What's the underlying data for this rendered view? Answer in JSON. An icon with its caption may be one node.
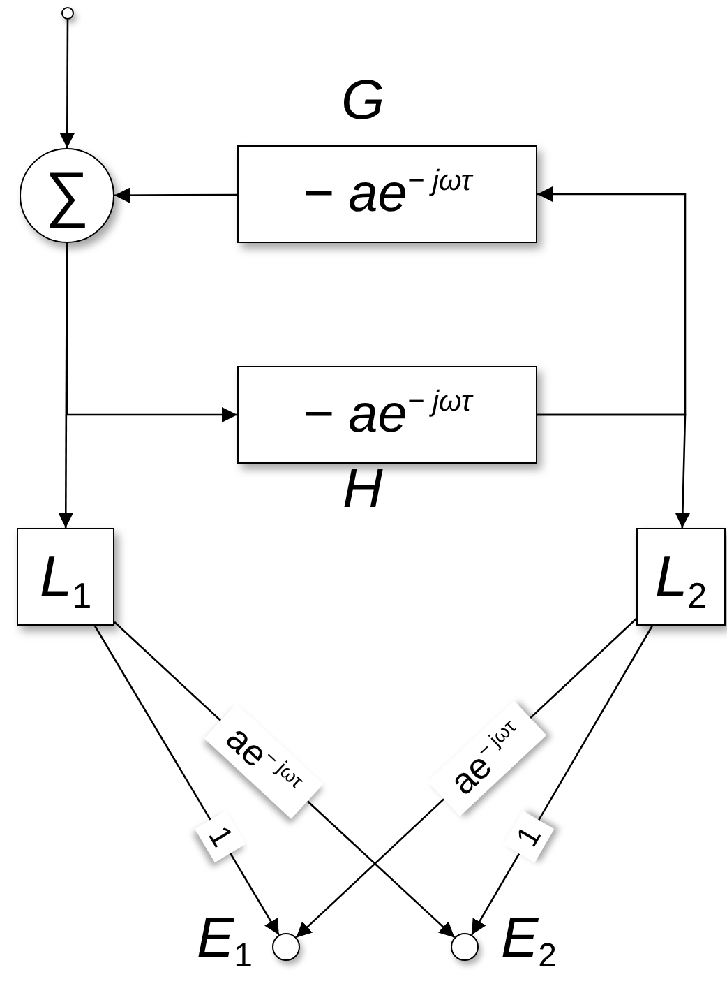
{
  "diagram": {
    "nodes": [
      {
        "text": [],
        "shape": "circle"
      },
      {
        "text": [
          "∑"
        ]
      },
      {
        "text": [
          "− ae$^{− jωτ}$"
        ],
        "beside": [
          "G"
        ]
      },
      {
        "text": [
          "− ae$^{− jωτ}$"
        ],
        "beside": [
          "H"
        ]
      },
      {
        "text": [
          "L$_{1}$"
        ]
      },
      {
        "text": [
          "L$_{2}$"
        ]
      },
      {
        "text": [],
        "shape": "circle",
        "beside": [
          "E$_{1}$"
        ]
      },
      {
        "text": [],
        "shape": "circle",
        "beside": [
          "E$_{2}$"
        ]
      }
    ],
    "edges": [
      {
        "from": 0,
        "to": 1,
        "arrow": "to"
      },
      {
        "from": 2,
        "to": 1,
        "arrow": "to"
      },
      {
        "from": 1,
        "to": 4,
        "arrow": "to"
      },
      {
        "from": 1,
        "to": 3,
        "arrow": "to"
      },
      {
        "from": 3,
        "to": 2,
        "arrow": "to"
      },
      {
        "from": 3,
        "to": 5,
        "arrow": "to"
      },
      {
        "from": 4,
        "to": 6,
        "arrow": "to",
        "label": "1"
      },
      {
        "from": 4,
        "to": 7,
        "arrow": "to",
        "label": "ae$^{− jωτ}$"
      },
      {
        "from": 5,
        "to": 6,
        "arrow": "to",
        "label": "ae$^{− jωτ}$"
      },
      {
        "from": 5,
        "to": 7,
        "arrow": "to",
        "label": "1"
      }
    ]
  }
}
